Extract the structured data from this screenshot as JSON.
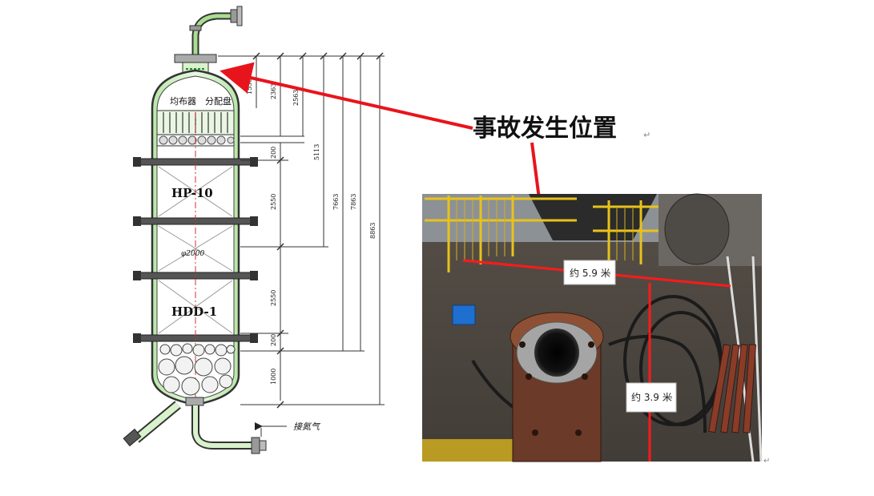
{
  "drawing": {
    "labels": {
      "distributor": "均布器",
      "distribution_plate": "分配盘",
      "bed_upper": "HP-10",
      "bed_lower": "HDD-1",
      "diameter": "φ2000",
      "nitrogen": "接氮气"
    },
    "dimensions": {
      "d_1536": "1536",
      "d_2363": "2363",
      "d_2563": "2563",
      "d_5113": "5113",
      "d_7663": "7663",
      "d_7863": "7863",
      "d_8863": "8863",
      "d_200_top": "200",
      "d_2550_upper": "2550",
      "d_2550_lower": "2550",
      "d_200_bottom": "200",
      "d_1000": "1000"
    }
  },
  "callout": {
    "text": "事故发生位置",
    "arrow_color": "#e8141c"
  },
  "photo": {
    "width_label": "约 5.9 米",
    "height_label": "约 3.9 米",
    "line_color": "#ff1a1a"
  },
  "marks": {
    "return_mark": "↵"
  }
}
